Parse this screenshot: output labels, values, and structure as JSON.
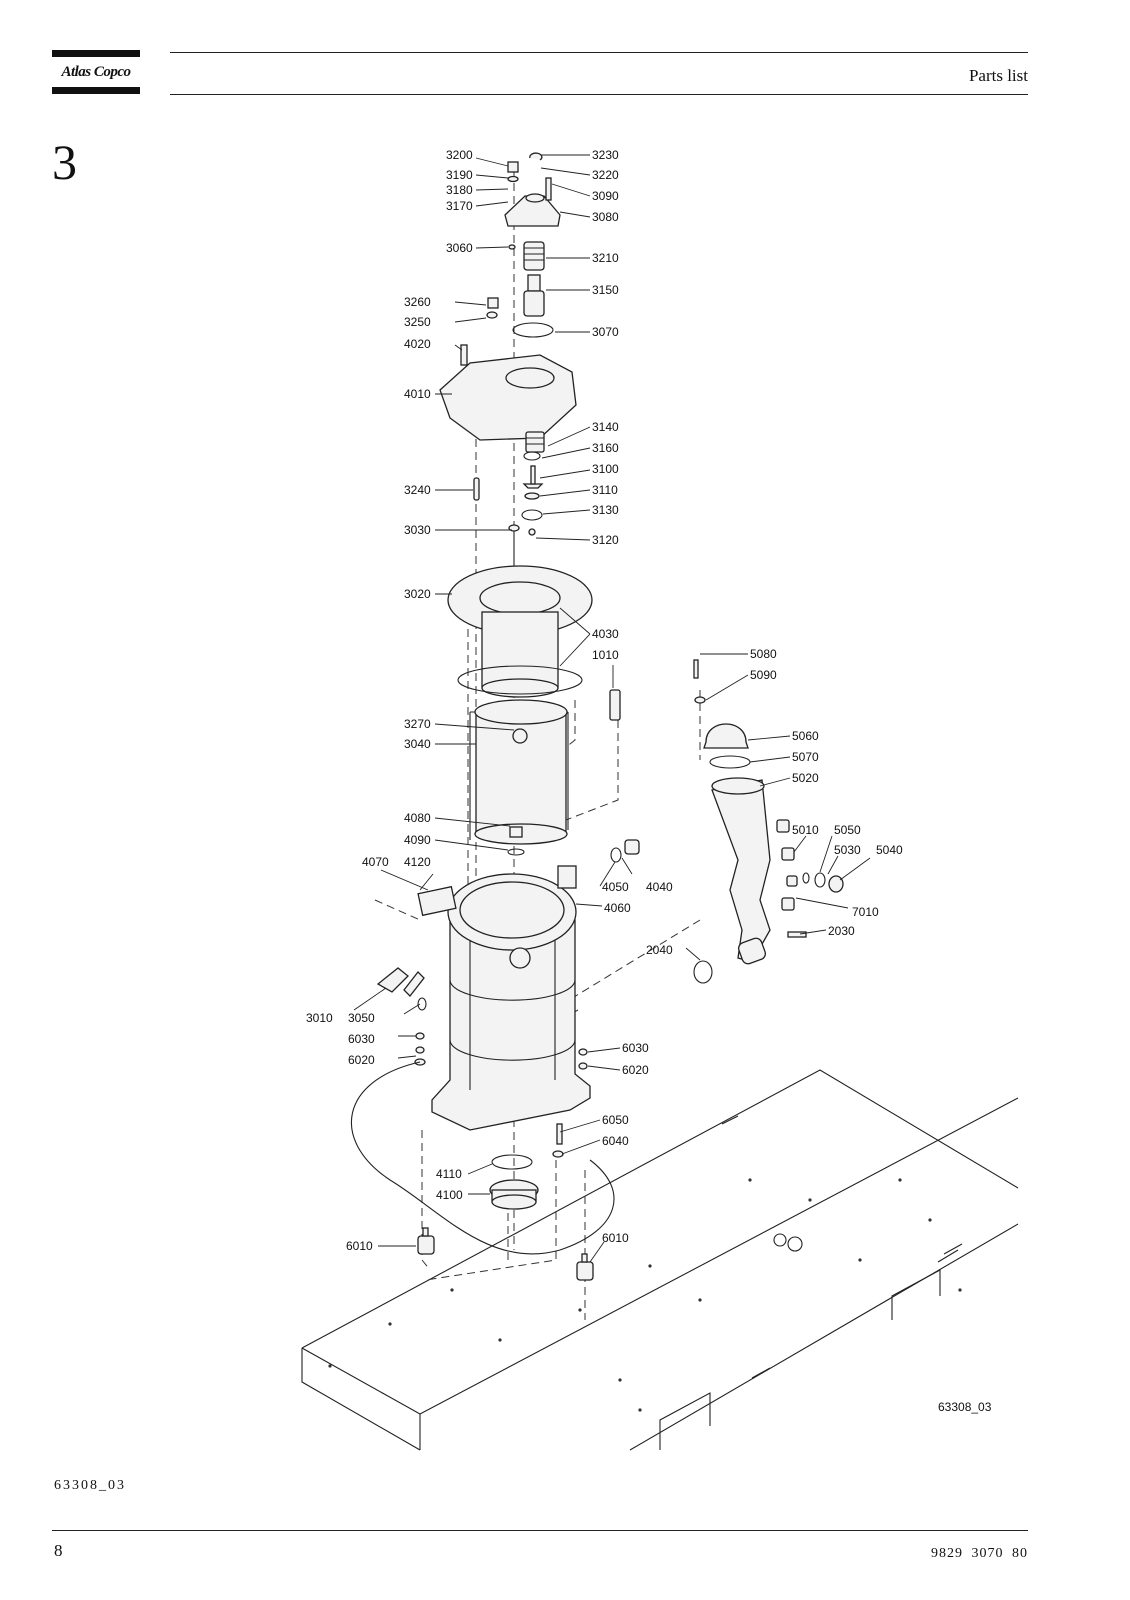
{
  "header": {
    "brand": "Atlas Copco",
    "title": "Parts list"
  },
  "chapter_number": "3",
  "drawing_reference": "63308_03",
  "figure_caption": "63308_03",
  "footer": {
    "page_number": "8",
    "document_number": "9829 3070 80"
  },
  "callouts": [
    "3200",
    "3230",
    "3190",
    "3220",
    "3180",
    "3090",
    "3170",
    "3080",
    "3060",
    "3210",
    "3150",
    "3260",
    "3250",
    "3070",
    "4020",
    "4010",
    "3140",
    "3160",
    "3100",
    "3240",
    "3110",
    "3130",
    "3030",
    "3120",
    "3020",
    "4030",
    "1010",
    "5080",
    "5090",
    "5060",
    "5070",
    "5020",
    "3270",
    "3040",
    "4080",
    "4090",
    "4070",
    "4120",
    "4050",
    "4040",
    "4060",
    "5010",
    "5050",
    "5030",
    "5040",
    "7010",
    "2030",
    "2040",
    "3010",
    "3050",
    "6030",
    "6020",
    "6030",
    "6020",
    "6050",
    "6040",
    "4110",
    "4100",
    "6010",
    "6010"
  ]
}
